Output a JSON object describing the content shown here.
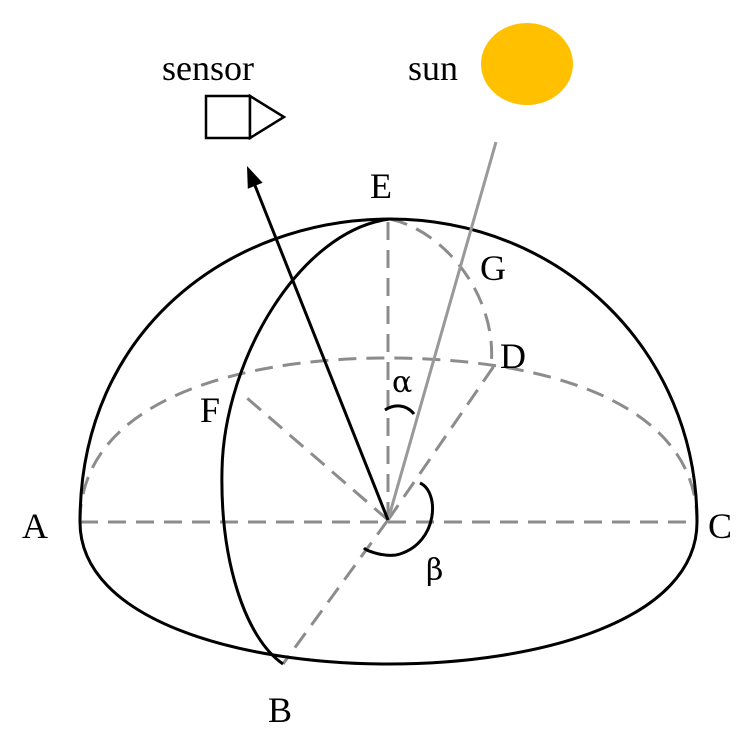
{
  "labels": {
    "sensor": "sensor",
    "sun": "sun",
    "A": "A",
    "B": "B",
    "C": "C",
    "D": "D",
    "E": "E",
    "F": "F",
    "G": "G",
    "alpha": "α",
    "beta": "β"
  },
  "colors": {
    "outline": "#000000",
    "dashed": "#8c8c8c",
    "sun_ray": "#999999",
    "sun": "#ffc000",
    "background": "#ffffff"
  },
  "icons": {
    "sensor": "sensor-icon",
    "sun": "sun-icon"
  }
}
